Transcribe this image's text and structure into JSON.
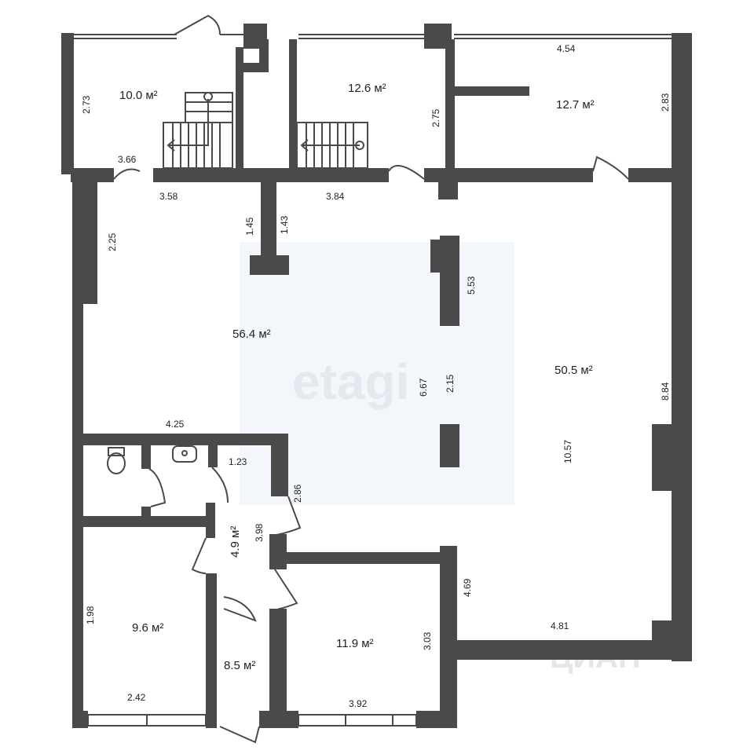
{
  "watermarks": {
    "center": "etagi",
    "corner": "ЦИАН"
  },
  "rooms": {
    "r1": "10.0 м²",
    "r2": "12.6 м²",
    "r3": "12.7 м²",
    "r4": "56.4 м²",
    "r5": "50.5 м²",
    "r6": "4.9 м²",
    "r7": "9.6 м²",
    "r8": "8.5 м²",
    "r9": "11.9 м²"
  },
  "dims": {
    "d273": "2.73",
    "d366": "3.66",
    "d358": "3.58",
    "d384": "3.84",
    "d275": "2.75",
    "d454": "4.54",
    "d283": "2.83",
    "d145": "1.45",
    "d143": "1.43",
    "d225": "2.25",
    "d553": "5.53",
    "d667": "6.67",
    "d215": "2.15",
    "d884": "8.84",
    "d425": "4.25",
    "d123": "1.23",
    "d286": "2.86",
    "d398": "3.98",
    "d1057": "10.57",
    "d469": "4.69",
    "d481": "4.81",
    "d198": "1.98",
    "d303": "3.03",
    "d242": "2.42",
    "d392": "3.92"
  },
  "colors": {
    "wall": "#4a4a4a",
    "background": "#ffffff",
    "watermark_box": "#f3f6fa"
  }
}
